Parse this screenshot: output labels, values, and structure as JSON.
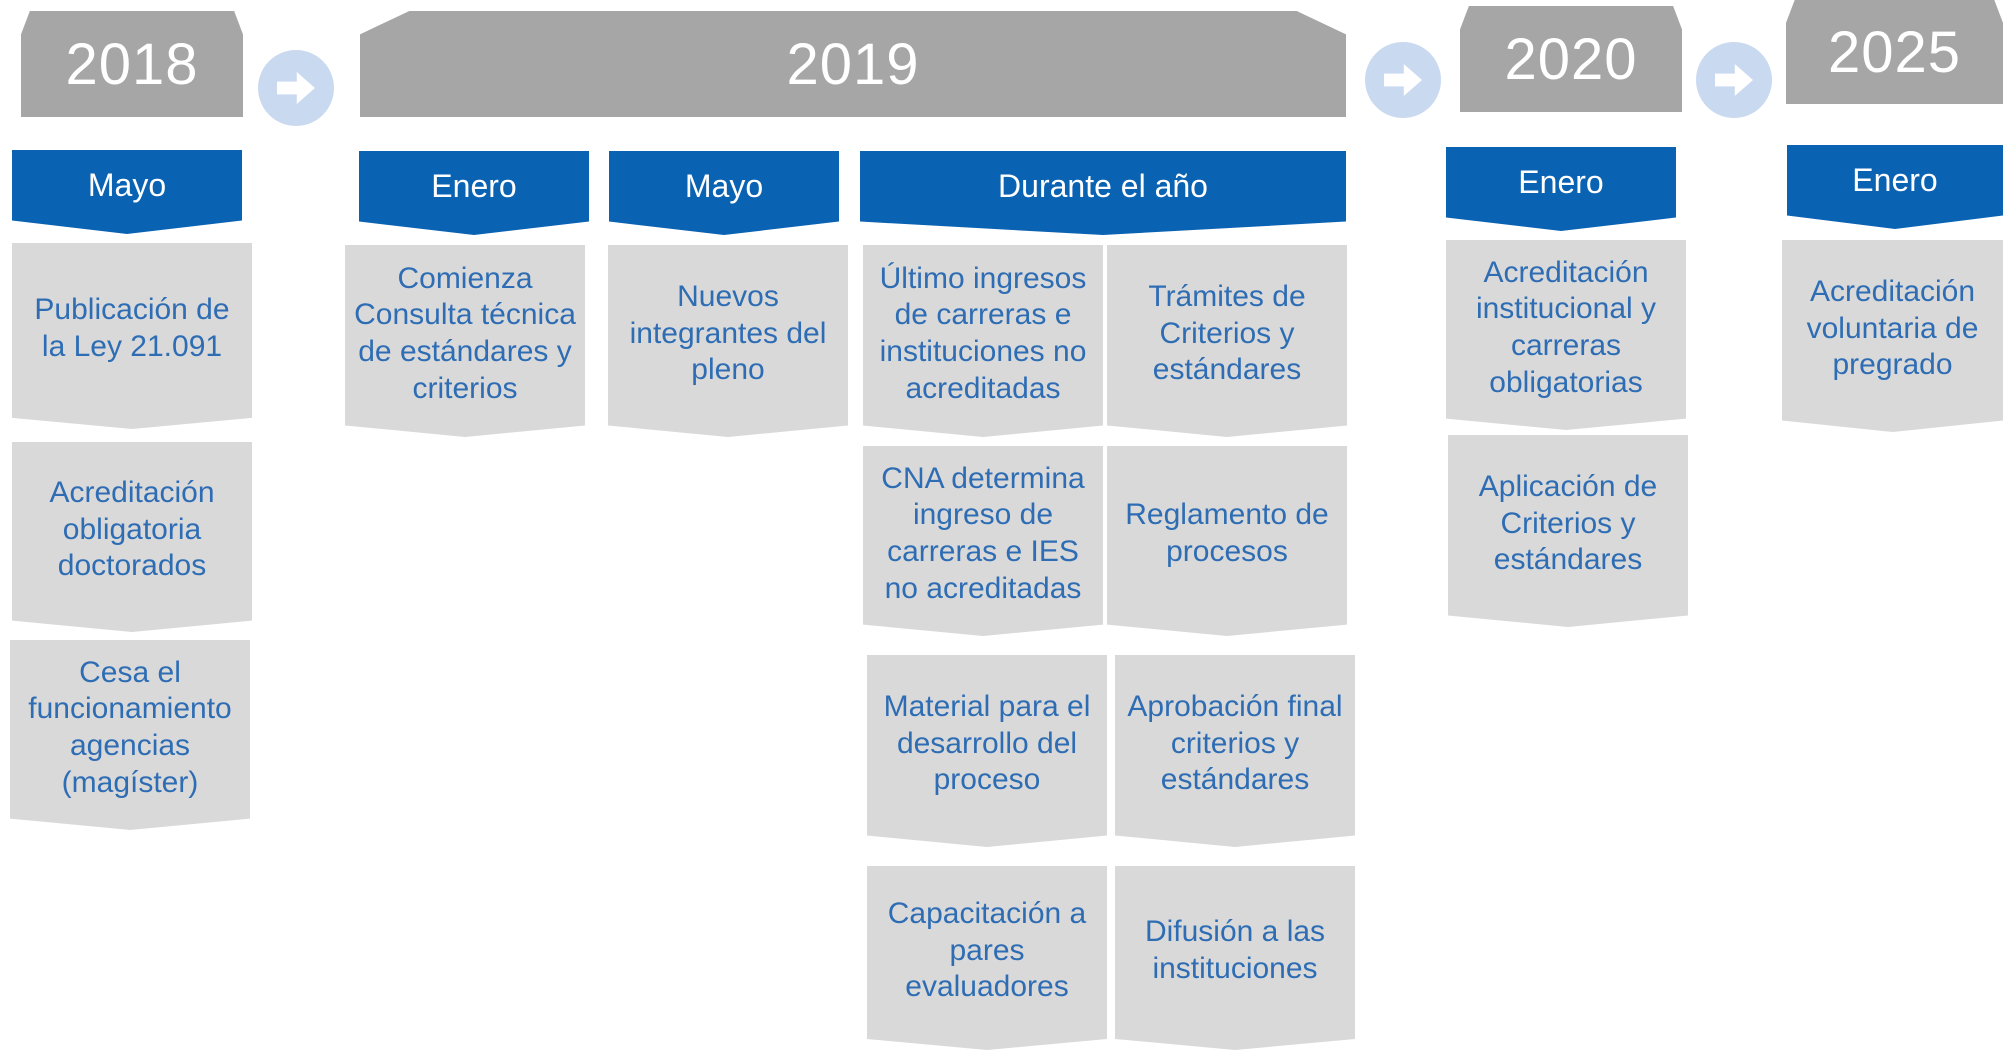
{
  "years": {
    "y2018": "2018",
    "y2019": "2019",
    "y2020": "2020",
    "y2025": "2025"
  },
  "months": {
    "m2018_mayo": "Mayo",
    "m2019_enero": "Enero",
    "m2019_mayo": "Mayo",
    "m2019_durante": "Durante el año",
    "m2020_enero": "Enero",
    "m2025_enero": "Enero"
  },
  "cards": {
    "c2018_1": "Publicación de la Ley 21.091",
    "c2018_2": "Acreditación obligatoria doctorados",
    "c2018_3": "Cesa el funcionamiento agencias (magíster)",
    "c2019_enero": "Comienza Consulta técnica de estándares y criterios",
    "c2019_mayo": "Nuevos integrantes del pleno",
    "c2019_d1": "Último ingresos de carreras e instituciones no acreditadas",
    "c2019_d2": "Trámites de Criterios y estándares",
    "c2019_d3": "CNA determina ingreso de carreras e IES no acreditadas",
    "c2019_d4": "Reglamento de procesos",
    "c2019_d5": "Material para el desarrollo del proceso",
    "c2019_d6": "Aprobación final criterios y estándares",
    "c2019_d7": "Capacitación a pares evaluadores",
    "c2019_d8": "Difusión a las instituciones",
    "c2020_1": "Acreditación institucional y carreras obligatorias",
    "c2020_2": "Aplicación de Criterios y estándares",
    "c2025_1": "Acreditación voluntaria de pregrado"
  },
  "icons": {
    "arrow": "arrow-right-icon"
  },
  "colors": {
    "year_bg": "#a6a6a6",
    "month_bg": "#0a62b3",
    "card_bg": "#d9d9d9",
    "card_text": "#2e6db4",
    "arrow_bg": "#c9d9f0"
  }
}
